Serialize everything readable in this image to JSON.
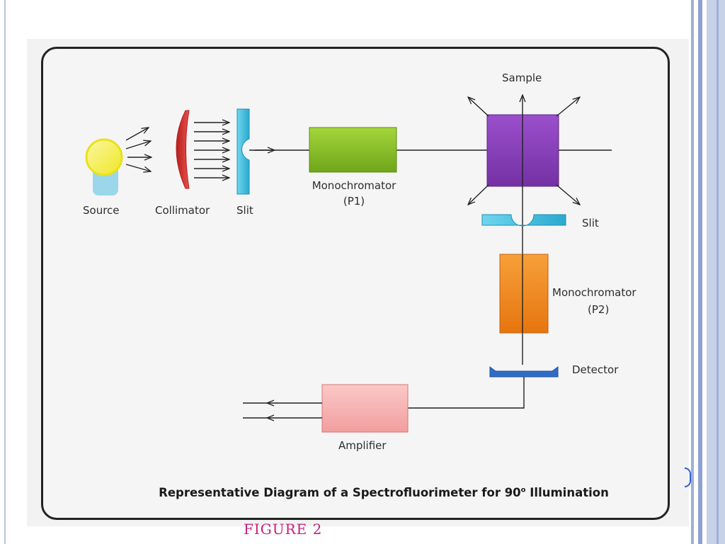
{
  "labels": {
    "source": "Source",
    "collimator": "Collimator",
    "slit1": "Slit",
    "monochromator1_line1": "Monochromator",
    "monochromator1_line2": "(P1)",
    "sample": "Sample",
    "slit2": "Slit",
    "monochromator2_line1": "Monochromator",
    "monochromator2_line2": "(P2)",
    "detector": "Detector",
    "amplifier": "Amplifier"
  },
  "caption": {
    "text": "Representative Diagram of a Spectrofluorimeter for 90",
    "superscript": "o",
    "tail": " Illumination"
  },
  "figure_label": "FIGURE 2",
  "colors": {
    "source_bulb": "#f5f04a",
    "source_base": "#9ad7ea",
    "collimator": "#d9302c",
    "slit": "#3fc3e3",
    "monochromator1": "#8dc226",
    "sample": "#8a3fb8",
    "monochromator2": "#f18a1e",
    "detector": "#2f6cc6",
    "amplifier": "#f6b6b6",
    "figure_label": "#c81e7a",
    "side_bars": "#8ea2d0"
  }
}
